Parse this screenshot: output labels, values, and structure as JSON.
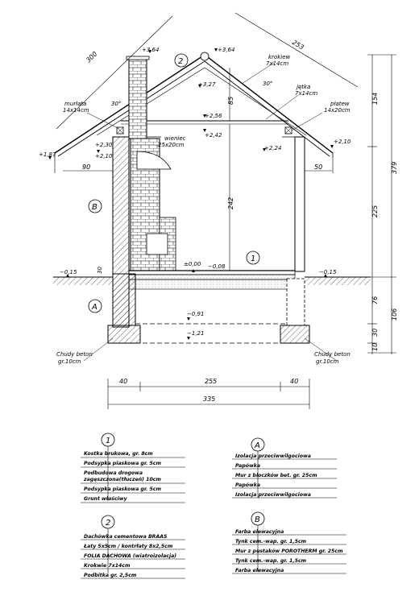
{
  "section": {
    "roof_labels": {
      "krokiew": "krokiew",
      "krokiew_size": "7x14cm",
      "jetka": "jętka",
      "jetka_size": "7x14cm",
      "platew": "płatew",
      "platew_size": "14x20cm",
      "murlata": "murłata",
      "murlata_size": "14x14cm",
      "wieniec": "wieniec",
      "wieniec_size": "25x20cm"
    },
    "levels": {
      "chimney_top": "+3,64",
      "ridge": "+3,64",
      "ridge_inner": "+3,27",
      "collar_top": "+2,56",
      "collar_bottom": "+2,42",
      "left_eave": "+1,87",
      "left_wall_top": "+2,30",
      "left_wall_plate": "+2,10",
      "right_wall_inner": "+2,24",
      "right_eave": "+2,10",
      "floor": "±0,00",
      "floor_sub": "−0,08",
      "ground_left": "−0,15",
      "ground_right": "−0,15",
      "foundation_top": "−0,91",
      "foundation_bottom": "−1,21"
    },
    "dims": {
      "roof_left": "300",
      "roof_right": "253",
      "angle_left": "30°",
      "angle_right": "30°",
      "h85": "85",
      "h242": "242",
      "h30": "30",
      "eave_left": "90",
      "eave_right": "50",
      "right_154": "154",
      "right_225": "225",
      "right_76": "76",
      "right_30": "30",
      "right_10": "10",
      "right_379": "379",
      "right_106": "106",
      "bottom_40a": "40",
      "bottom_255": "255",
      "bottom_40b": "40",
      "bottom_total": "335"
    },
    "markers": {
      "m1": "1",
      "m2": "2",
      "mA": "A",
      "mB": "B"
    },
    "chudy_left": "Chudy beton",
    "chudy_left_gr": "gr.10cm",
    "chudy_right": "Chudy beton",
    "chudy_right_gr": "gr.10cm"
  },
  "legend1": {
    "marker": "1",
    "rows": [
      "Kostka brukowa, gr. 8cm",
      "Podsypka piaskowa gr. 5cm",
      "Podbudowa drogowa",
      "zagęszczona(tłuczeń) 10cm",
      "Podsypka piaskowa gr. 5cm",
      "Grunt właściwy"
    ]
  },
  "legendA": {
    "marker": "A",
    "rows": [
      "Izolacja przeciwwilgociowa",
      "Papówka",
      "Mur z bloczków bet. gr. 25cm",
      "Papówka",
      "Izolacja przeciwwilgociowa"
    ]
  },
  "legend2": {
    "marker": "2",
    "rows": [
      "Dachówka cementowa BRAAS",
      "Łaty 5x5cm / kontrłaty 8x2,5cm",
      "FOLIA DACHOWA (wiatroizolacja)",
      "Krokwie 7x14cm",
      "Podbitka gr. 2,5cm"
    ]
  },
  "legendB": {
    "marker": "B",
    "rows": [
      "Farba elewacyjna",
      "Tynk cem.-wap. gr. 1,5cm",
      "Mur z pustaków POROTHERM gr. 25cm",
      "Tynk cem.-wap. gr. 1,5cm",
      "Farba elewacyjna"
    ]
  }
}
